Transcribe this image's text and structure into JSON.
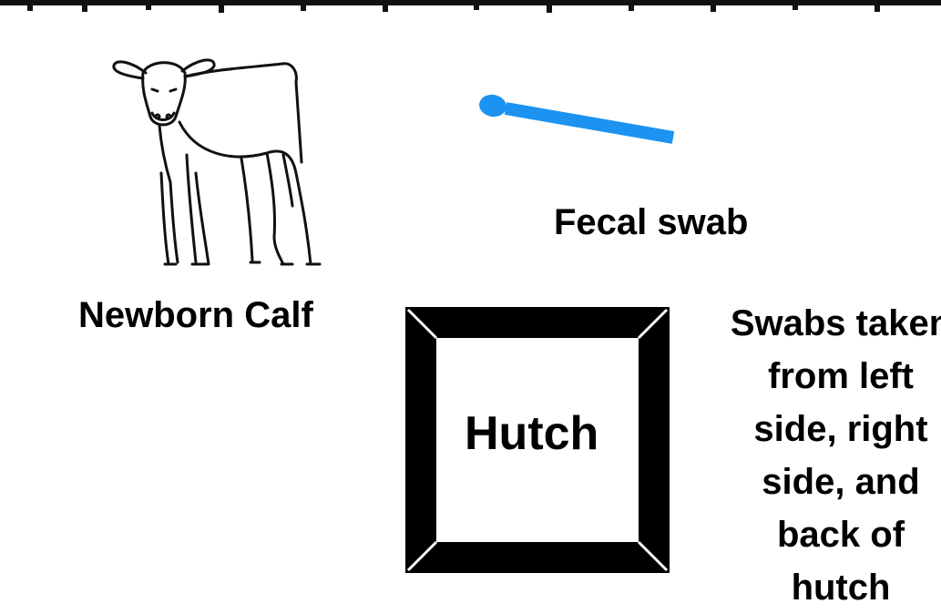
{
  "calf": {
    "label": "Newborn Calf",
    "icon": "calf-icon"
  },
  "swab": {
    "label": "Fecal swab",
    "icon": "cotton-swab-icon",
    "color": "#1c93f0"
  },
  "hutch": {
    "label": "Hutch",
    "icon": "hutch-frame-icon",
    "color": "#000000"
  },
  "note": {
    "text": "Swabs taken from left side, right side, and back of hutch"
  }
}
